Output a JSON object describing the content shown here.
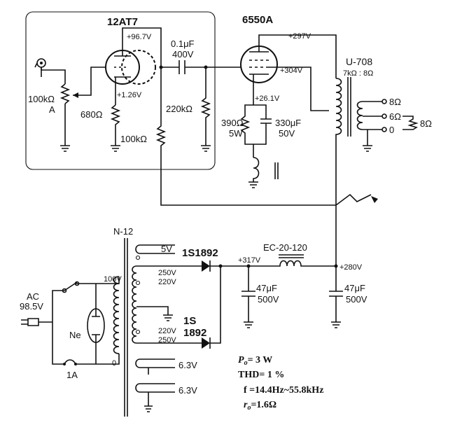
{
  "tubes": {
    "preamp": "12AT7",
    "power": "6550A"
  },
  "output_transformer": {
    "name": "U-708",
    "ratio": "7kΩ : 8Ω",
    "taps": [
      "8Ω",
      "6Ω",
      "0"
    ],
    "load": "8Ω"
  },
  "voltages": {
    "preamp_plate": "+96.7V",
    "preamp_cathode": "+1.26V",
    "power_supply_plate": "+297V",
    "power_screen": "+304V",
    "power_cathode": "+26.1V",
    "rect_out": "+317V",
    "filtered": "+280V"
  },
  "components": {
    "volume_pot": "100kΩ",
    "volume_pot_tag": "A",
    "preamp_cathode_res": "680Ω",
    "coupling_cap": "0.1μF",
    "coupling_cap_voltage": "400V",
    "grid_res": "220kΩ",
    "feedback_res": "100kΩ",
    "power_cathode_res": "390Ω",
    "power_cathode_res_w": "5W",
    "power_cathode_cap": "330μF",
    "power_cathode_cap_v": "50V",
    "filter_cap1": "47μF",
    "filter_cap1_v": "500V",
    "filter_cap2": "47μF",
    "filter_cap2_v": "500V"
  },
  "power_transformer": {
    "name": "N-12",
    "taps_5v": "5V",
    "tap_250_top": "250V",
    "tap_220_top": "220V",
    "tap_220_bot": "220V",
    "tap_250_bot": "250V",
    "heater1": "6.3V",
    "heater2": "6.3V",
    "primary_100": "100V",
    "primary_0": "0"
  },
  "rectifiers": {
    "top": "1S1892",
    "bottom_line1": "1S",
    "bottom_line2": "1892"
  },
  "choke": "EC-20-120",
  "mains": {
    "ac_label": "AC",
    "ac_voltage": "98.5V",
    "fuse": "1A",
    "neon": "Ne"
  },
  "specs": {
    "po": "= 3 W",
    "thd": "THD= 1 %",
    "freq": "f  =14.4Hz~55.8kHz",
    "ro": "=1.6Ω"
  }
}
